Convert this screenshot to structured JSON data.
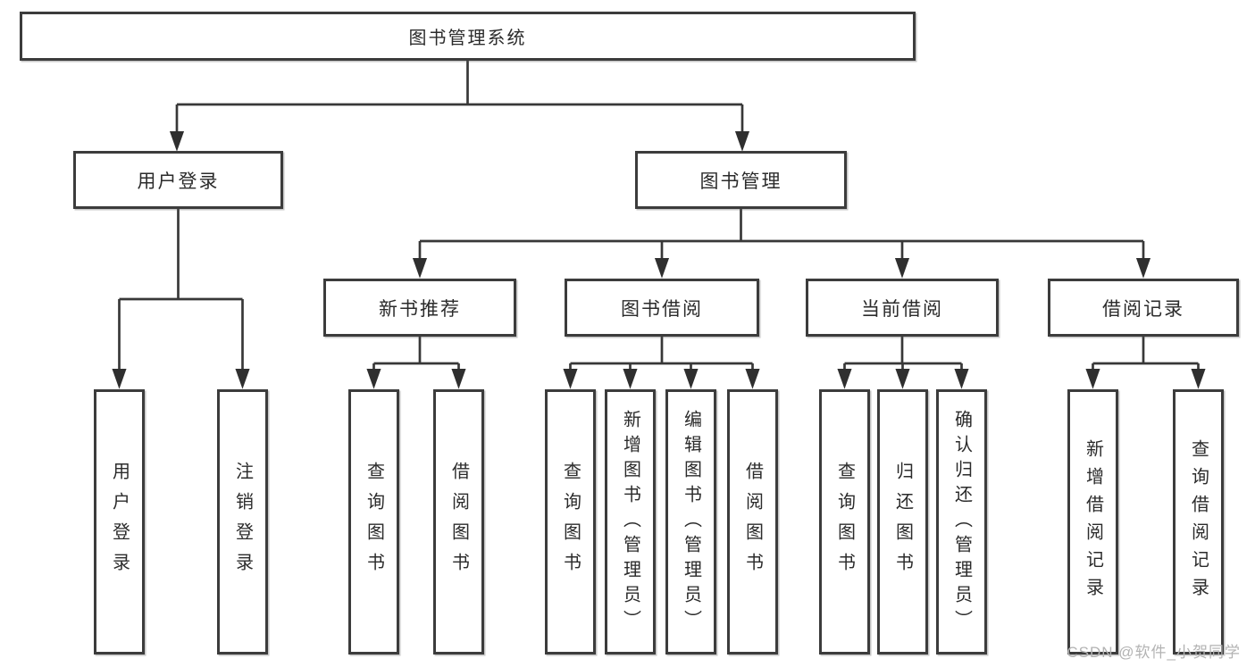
{
  "diagram": {
    "title": "图书管理系统",
    "root": {
      "label": "图书管理系统"
    },
    "branches": [
      {
        "label": "用户登录",
        "children": [
          "用户登录",
          "注销登录"
        ]
      },
      {
        "label": "图书管理",
        "sections": [
          {
            "label": "新书推荐",
            "children": [
              "查询图书",
              "借阅图书"
            ]
          },
          {
            "label": "图书借阅",
            "children": [
              "查询图书",
              "新增图书（管理员）",
              "编辑图书（管理员）",
              "借阅图书"
            ]
          },
          {
            "label": "当前借阅",
            "children": [
              "查询图书",
              "归还图书",
              "确认归还（管理员）"
            ]
          },
          {
            "label": "借阅记录",
            "children": [
              "新增借阅记录",
              "查询借阅记录"
            ]
          }
        ]
      }
    ]
  },
  "watermark": "CSDN @软件_小贺同学",
  "colors": {
    "line": "#383838",
    "box_border": "#3c3c3c",
    "text": "#2b2b2b",
    "watermark": "#b3b3b3",
    "background": "#ffffff"
  }
}
